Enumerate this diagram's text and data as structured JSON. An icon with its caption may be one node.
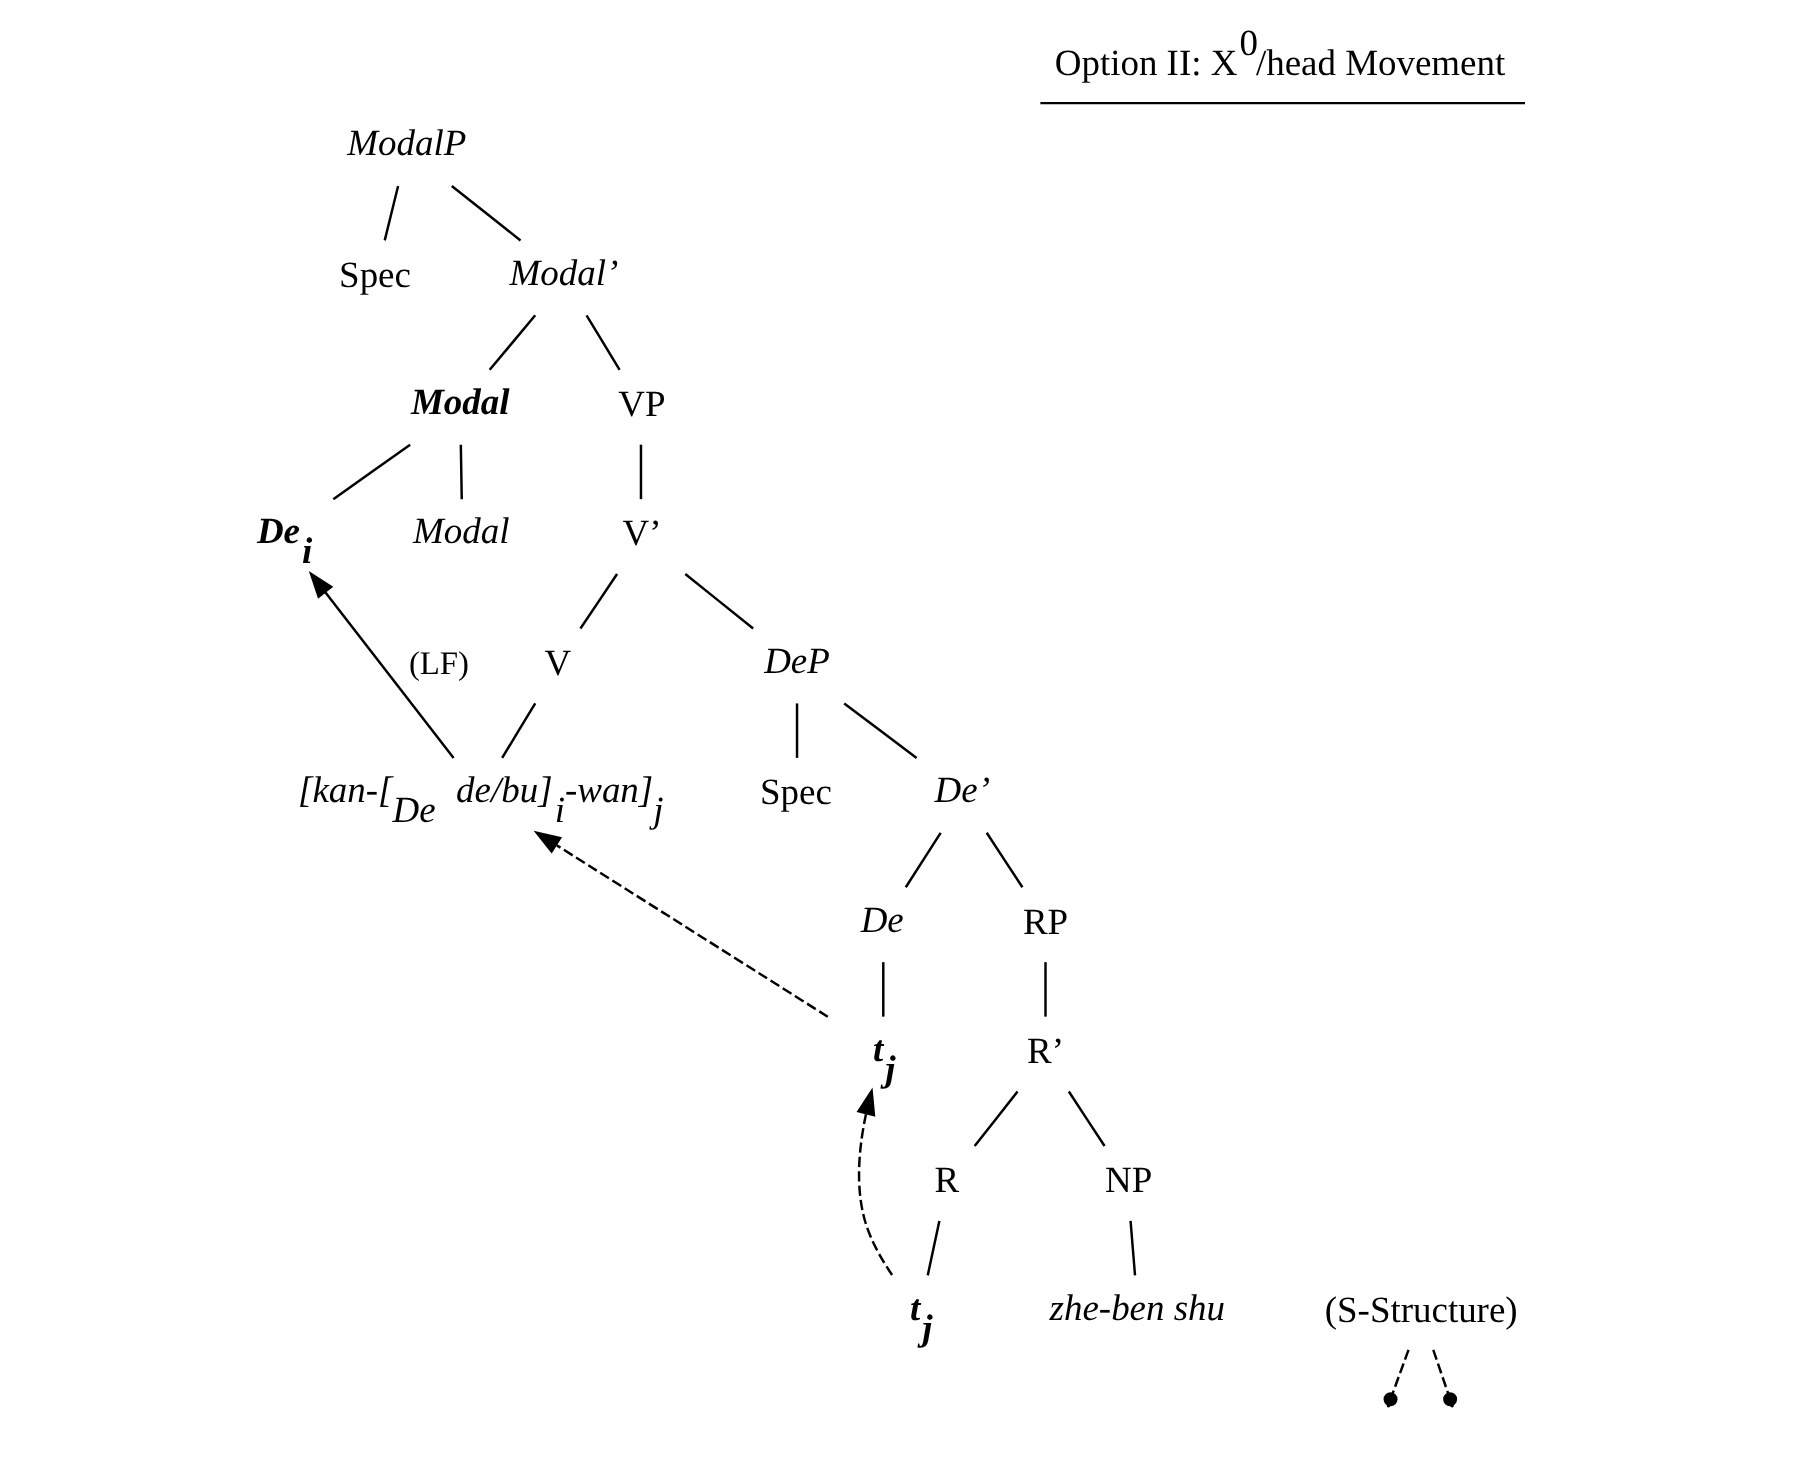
{
  "diagram": {
    "title": "Option II: X$^{0}$/head Movement",
    "nodes": [
      {
        "text": [
          "ModalP"
        ]
      },
      {
        "text": [
          "Spec"
        ]
      },
      {
        "text": [
          "Modal’"
        ]
      },
      {
        "text": [
          "Modal"
        ]
      },
      {
        "text": [
          "VP"
        ]
      },
      {
        "text": [
          "De$_{i}$"
        ]
      },
      {
        "text": [
          "Modal"
        ]
      },
      {
        "text": [
          "V’"
        ]
      },
      {
        "text": [
          "V"
        ]
      },
      {
        "text": [
          "DeP"
        ]
      },
      {
        "text": [
          "[kan-[$_{De}$ de/bu]$_{i}$-wan]$_{j}$"
        ]
      },
      {
        "text": [
          "Spec"
        ]
      },
      {
        "text": [
          "De’"
        ]
      },
      {
        "text": [
          "De"
        ]
      },
      {
        "text": [
          "RP"
        ]
      },
      {
        "text": [
          "t$_{j}$"
        ]
      },
      {
        "text": [
          "R’"
        ]
      },
      {
        "text": [
          "R"
        ]
      },
      {
        "text": [
          "NP"
        ]
      },
      {
        "text": [
          "t$_{j}$"
        ]
      },
      {
        "text": [
          "zhe-ben shu"
        ]
      },
      {
        "text": [
          "(S-Structure)"
        ]
      }
    ],
    "edges": [
      {
        "from": 0,
        "to": 1,
        "arrow": "none"
      },
      {
        "from": 0,
        "to": 2,
        "arrow": "none"
      },
      {
        "from": 2,
        "to": 3,
        "arrow": "none"
      },
      {
        "from": 2,
        "to": 4,
        "arrow": "none"
      },
      {
        "from": 3,
        "to": 5,
        "arrow": "none"
      },
      {
        "from": 3,
        "to": 6,
        "arrow": "none"
      },
      {
        "from": 4,
        "to": 7,
        "arrow": "none"
      },
      {
        "from": 7,
        "to": 8,
        "arrow": "none"
      },
      {
        "from": 7,
        "to": 9,
        "arrow": "none"
      },
      {
        "from": 8,
        "to": 10,
        "arrow": "none"
      },
      {
        "from": 9,
        "to": 11,
        "arrow": "none"
      },
      {
        "from": 9,
        "to": 12,
        "arrow": "none"
      },
      {
        "from": 12,
        "to": 13,
        "arrow": "none"
      },
      {
        "from": 12,
        "to": 14,
        "arrow": "none"
      },
      {
        "from": 13,
        "to": 15,
        "arrow": "none"
      },
      {
        "from": 14,
        "to": 16,
        "arrow": "none"
      },
      {
        "from": 16,
        "to": 17,
        "arrow": "none"
      },
      {
        "from": 16,
        "to": 18,
        "arrow": "none"
      },
      {
        "from": 17,
        "to": 19,
        "arrow": "none"
      },
      {
        "from": 18,
        "to": 20,
        "arrow": "none"
      },
      {
        "from": 10,
        "to": 5,
        "arrow": "to",
        "label": "(LF)"
      },
      {
        "from": 19,
        "to": 15,
        "arrow": "to",
        "style": "dashed"
      },
      {
        "from": 15,
        "to": 10,
        "arrow": "to",
        "style": "dashed"
      },
      {
        "from": 21,
        "to": null,
        "arrow": "other",
        "style": "dashed"
      },
      {
        "from": 21,
        "to": null,
        "arrow": "other",
        "style": "dashed"
      }
    ]
  }
}
